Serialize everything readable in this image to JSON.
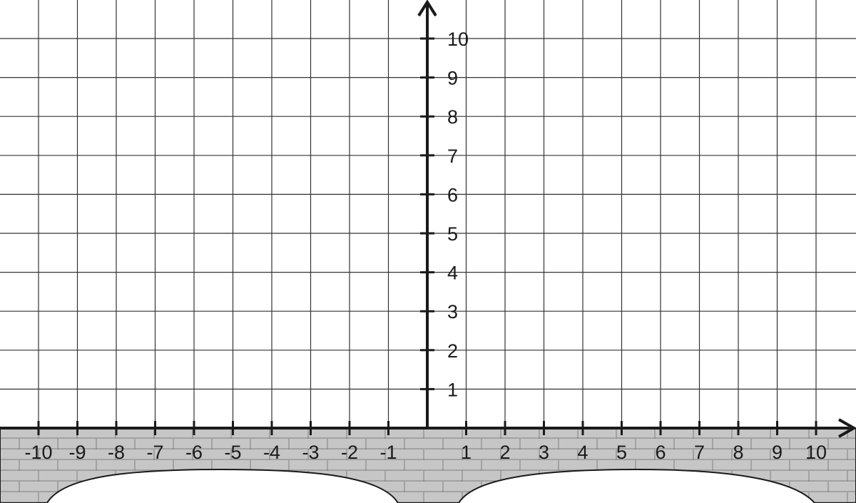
{
  "diagram": {
    "x_axis": {
      "min": -10,
      "max": 10,
      "labels": [
        "-10",
        "-9",
        "-8",
        "-7",
        "-6",
        "-5",
        "-4",
        "-3",
        "-2",
        "-1",
        "1",
        "2",
        "3",
        "4",
        "5",
        "6",
        "7",
        "8",
        "9",
        "10"
      ]
    },
    "y_axis": {
      "min": 0,
      "max": 10,
      "labels": [
        "1",
        "2",
        "3",
        "4",
        "5",
        "6",
        "7",
        "8",
        "9",
        "10"
      ]
    },
    "grid": true,
    "ground": {
      "style": "stone bridge with two arches",
      "color": "#c6c6c6"
    }
  }
}
